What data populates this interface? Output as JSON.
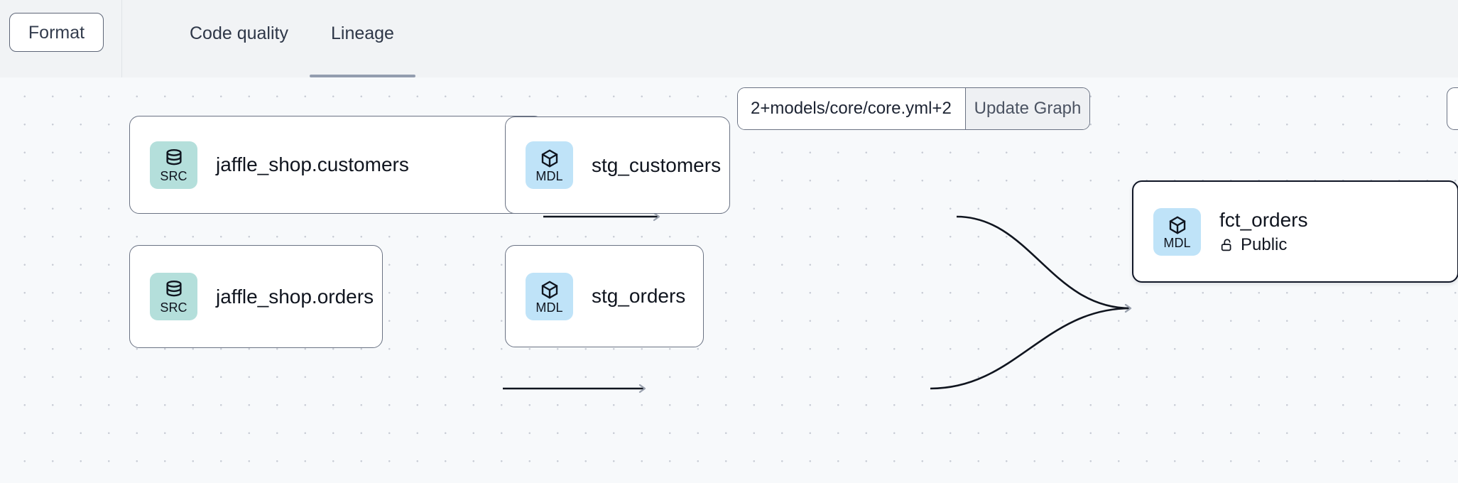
{
  "toolbar": {
    "format_label": "Format",
    "tabs": [
      {
        "label": "Code quality",
        "active": false
      },
      {
        "label": "Lineage",
        "active": true
      }
    ]
  },
  "graph_selector": {
    "input_value": "2+models/core/core.yml+2",
    "input_placeholder": "Enter a dbt selector",
    "update_label": "Update Graph"
  },
  "lineage": {
    "nodes": [
      {
        "id": "src_customers",
        "badge": "SRC",
        "badge_icon": "database-icon",
        "title": "jaffle_shop.customers",
        "subtitle": "",
        "selected": false
      },
      {
        "id": "src_orders",
        "badge": "SRC",
        "badge_icon": "database-icon",
        "title": "jaffle_shop.orders",
        "subtitle": "",
        "selected": false
      },
      {
        "id": "stg_customers",
        "badge": "MDL",
        "badge_icon": "cube-icon",
        "title": "stg_customers",
        "subtitle": "",
        "selected": false
      },
      {
        "id": "stg_orders",
        "badge": "MDL",
        "badge_icon": "cube-icon",
        "title": "stg_orders",
        "subtitle": "",
        "selected": false
      },
      {
        "id": "fct_orders",
        "badge": "MDL",
        "badge_icon": "cube-icon",
        "title": "fct_orders",
        "subtitle": "Public",
        "subtitle_icon": "unlock-icon",
        "selected": true
      }
    ],
    "edges": [
      {
        "from": "src_customers",
        "to": "stg_customers"
      },
      {
        "from": "src_orders",
        "to": "stg_orders"
      },
      {
        "from": "stg_customers",
        "to": "fct_orders"
      },
      {
        "from": "stg_orders",
        "to": "fct_orders"
      }
    ]
  },
  "colors": {
    "canvas_bg": "#f7f9fb",
    "toolbar_bg": "#f1f3f5",
    "src_badge": "#b4dfdb",
    "mdl_badge": "#bfe3f8",
    "node_border": "#6a7283",
    "node_border_selected": "#101626",
    "tab_underline": "#939daf",
    "edge_stroke": "#10151f"
  }
}
